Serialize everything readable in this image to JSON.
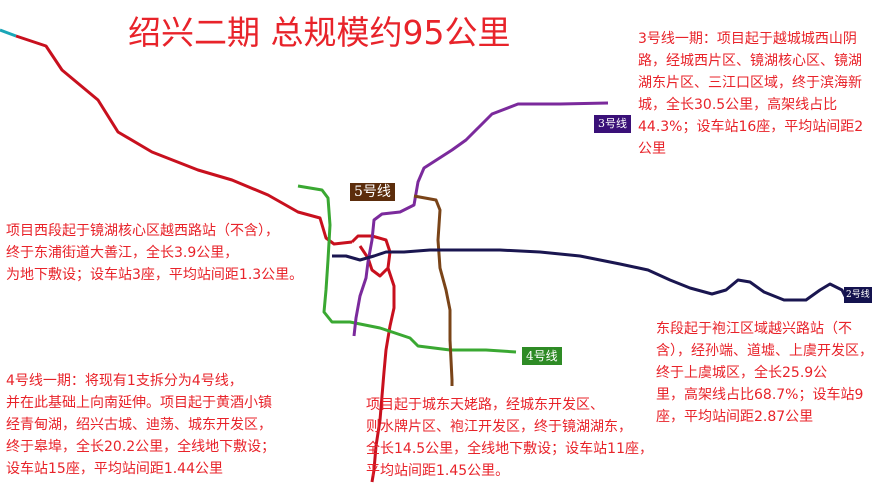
{
  "title": "绍兴二期 总规模约95公里",
  "labels": {
    "line3": {
      "text": "3号线",
      "color": "#3a1078"
    },
    "line5": {
      "text": "5号线",
      "color": "#5c2d0c"
    },
    "line4": {
      "text": "4号线",
      "color": "#2e8b25"
    },
    "line2": {
      "text": "2号线",
      "color": "#14134f"
    }
  },
  "notes": {
    "line3": [
      "3号线一期：项目起于越城城西山阴",
      "路，经城西片区、镜湖核心区、镜湖",
      "湖东片区、三江口区域，终于滨海新",
      "城，全长30.5公里，高架线占比",
      "44.3%；设车站16座，平均站间距2",
      "公里"
    ],
    "line1_west": [
      "项目西段起于镜湖核心区越西路站（不含），",
      "终于东浦街道大善江，全长3.9公里，",
      "为地下敷设；设车站3座，平均站间距1.3公里。"
    ],
    "line1_east": [
      "东段起于袍江区域越兴路站（不",
      "含），经孙端、道墟、上虞开发区，",
      "终于上虞城区，全长25.9公",
      "里，高架线占比68.7%；设车站9",
      "座，平均站间距2.87公里"
    ],
    "line4": [
      "4号线一期：将现有1支拆分为4号线，",
      "并在此基础上向南延伸。项目起于黄酒小镇",
      "经青甸湖，绍兴古城、迪荡、城东开发区，",
      "终于皋埠，全长20.2公里，全线地下敷设；",
      "设车站15座，平均站间距1.44公里"
    ],
    "line5": [
      "项目起于城东天姥路，经城东开发区、",
      "则水牌片区、袍江开发区，终于镜湖湖东，",
      "全长14.5公里，全线地下敷设；设车站11座，",
      "平均站间距1.45公里。"
    ]
  },
  "colors": {
    "line1_red": "#c8101e",
    "line3_purple": "#7b2a9c",
    "line4_green": "#3aa832",
    "line5_brown": "#7a4418",
    "line2_navy": "#1a1650",
    "cyan": "#1aa6b7",
    "text_red": "#e8232a"
  }
}
